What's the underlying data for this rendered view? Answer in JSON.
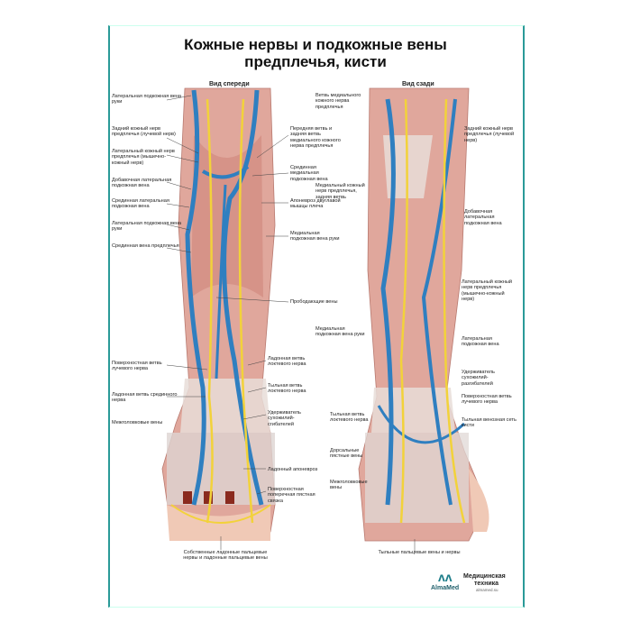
{
  "title": {
    "line1": "Кожные нервы и подкожные вены",
    "line2": "предплечья, кисти"
  },
  "views": {
    "front": "Вид спереди",
    "back": "Вид сзади"
  },
  "front_left_labels": [
    "Латеральная подкожная вена руки",
    "Задний кожный нерв предплечья (лучевой нерв)",
    "Латеральный кожный нерв предплечья (мышечно-кожный нерв)",
    "Добавочная латеральная подкожная вена",
    "Срединная латеральная подкожная вена",
    "Латеральная подкожная вена руки",
    "Срединная вена предплечья",
    "Поверхностная ветвь лучевого нерва",
    "Ладонная ветвь срединного нерва",
    "Межголовковые вены"
  ],
  "front_right_labels": [
    "Передняя ветвь и задняя ветвь медиального кожного нерва предплечья",
    "Срединная медиальная подкожная вена",
    "Апоневроз двуглавой мышцы плеча",
    "Медиальная подкожная вена руки",
    "Прободающие вены",
    "Ладонная ветвь локтевого нерва",
    "Тыльная ветвь локтевого нерва",
    "Удерживатель сухожилий-сгибателей",
    "Ладонный апоневроз",
    "Поверхностная поперечная пястная связка"
  ],
  "front_bottom": "Собственные ладонные пальцевые нервы и ладонные пальцевые вены",
  "back_left_labels": [
    "Ветвь медиального кожного нерва предплечья",
    "Медиальный кожный нерв предплечья, задняя ветвь",
    "Медиальная подкожная вена руки",
    "Тыльная ветвь локтевого нерва",
    "Дорсальные пястные вены",
    "Межголовковые вены"
  ],
  "back_right_labels": [
    "Задний кожный нерв предплечья (лучевой нерв)",
    "Добавочная латеральная подкожная вена",
    "Латеральный кожный нерв предплечья (мышечно-кожный нерв)",
    "Латеральная подкожная вена",
    "Удерживатель сухожилий-разгибателей",
    "Поверхностная ветвь лучевого нерва",
    "Тыльная венозная сеть кисти"
  ],
  "back_bottom": "Тыльные пальцевые вены и нервы",
  "logo": {
    "brand": "AlmaMed",
    "line1": "Медицинская",
    "line2": "техника",
    "site": "almamed.su"
  },
  "colors": {
    "frame": "#2a9a98",
    "vein": "#2f7fc0",
    "nerve": "#f2d23a",
    "muscle": "#d9928a",
    "skin": "#f0c9b6"
  }
}
